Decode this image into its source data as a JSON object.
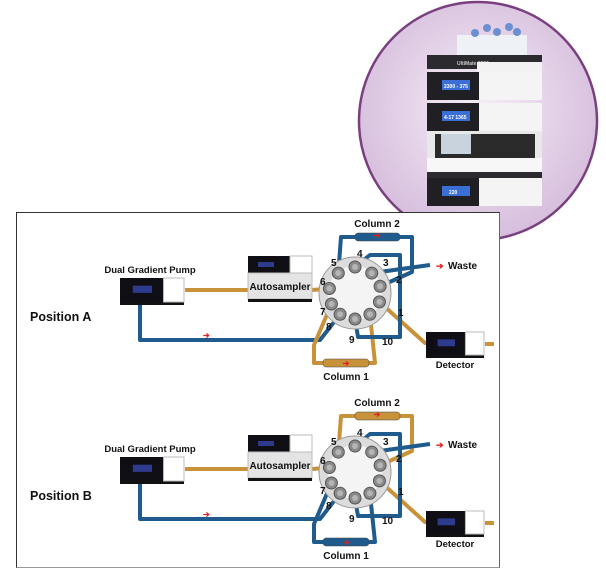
{
  "photo": {
    "description": "HPLC instrument stack in circular frame",
    "brand_label": "UltiMate 3000",
    "displays": [
      "2300 - 375",
      "4-17 1365",
      "220"
    ],
    "colors": {
      "circle_fill": "#d9c4df",
      "circle_border": "#7a3f7f"
    }
  },
  "colors": {
    "blue_line": "#1f5b8c",
    "orange_line": "#c8923a",
    "arrow": "#e02020",
    "instrument_dark": "#0e0e14",
    "screen_blue": "#2e3a8c"
  },
  "panels": [
    {
      "id": "A",
      "position_label": "Position  A",
      "pump_label": "Dual Gradient Pump",
      "autosampler_label": "Autosampler",
      "detector_label": "Detector",
      "waste_label": "Waste",
      "column1_label": "Column 1",
      "column2_label": "Column 2",
      "column1_state": "orange",
      "column2_state": "blue",
      "ports": [
        "1",
        "2",
        "3",
        "4",
        "5",
        "6",
        "7",
        "8",
        "9",
        "10"
      ]
    },
    {
      "id": "B",
      "position_label": "Position  B",
      "pump_label": "Dual Gradient Pump",
      "autosampler_label": "Autosampler",
      "detector_label": "Detector",
      "waste_label": "Waste",
      "column1_label": "Column 1",
      "column2_label": "Column 2",
      "column1_state": "blue",
      "column2_state": "orange",
      "ports": [
        "1",
        "2",
        "3",
        "4",
        "5",
        "6",
        "7",
        "8",
        "9",
        "10"
      ]
    }
  ]
}
